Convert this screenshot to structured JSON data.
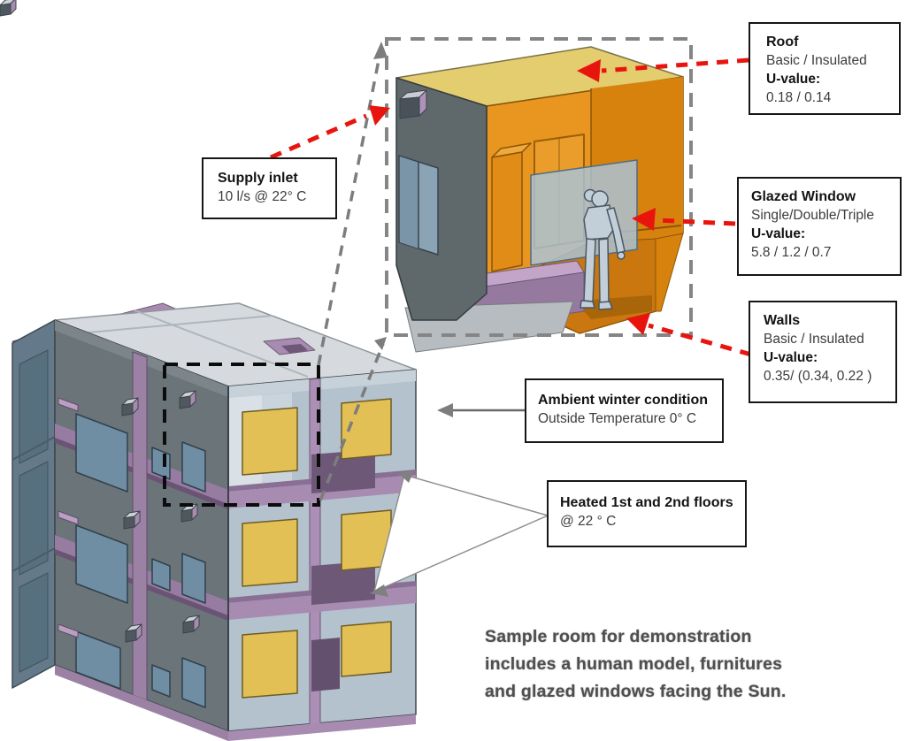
{
  "callouts": {
    "roof": {
      "title": "Roof",
      "subtitle": "Basic / Insulated",
      "uvalue_label": "U-value:",
      "uvalue": "0.18 / 0.14"
    },
    "glazed_window": {
      "title": "Glazed Window",
      "subtitle": "Single/Double/Triple",
      "uvalue_label": "U-value:",
      "uvalue": "5.8 / 1.2 / 0.7"
    },
    "walls": {
      "title": "Walls",
      "subtitle": "Basic / Insulated",
      "uvalue_label": "U-value:",
      "uvalue": "0.35/ (0.34, 0.22 )"
    },
    "supply_inlet": {
      "title": "Supply inlet",
      "value": "10 l/s @ 22° C"
    },
    "ambient": {
      "title": "Ambient winter condition",
      "value": "Outside Temperature 0° C"
    },
    "heated_floors": {
      "title": "Heated 1st and 2nd floors",
      "value": "@ 22 ° C"
    }
  },
  "caption": {
    "line1": "Sample room for demonstration",
    "line2": "includes a human model, furnitures",
    "line3": "and glazed windows facing the Sun."
  },
  "colors": {
    "arrow_red": "#e8150f",
    "interior_orange": "#e8961f",
    "room_roof_yellow": "#e3cd6e",
    "trim_purple": "#a78bb0",
    "glass_blue": "#a9c4dc",
    "facade_left_gray": "#6b7478",
    "facade_right_gray": "#b3c2cd",
    "window_yellow": "#e3c055",
    "window_blue": "#6f8da3",
    "building_roof_gray": "#d6dade"
  }
}
